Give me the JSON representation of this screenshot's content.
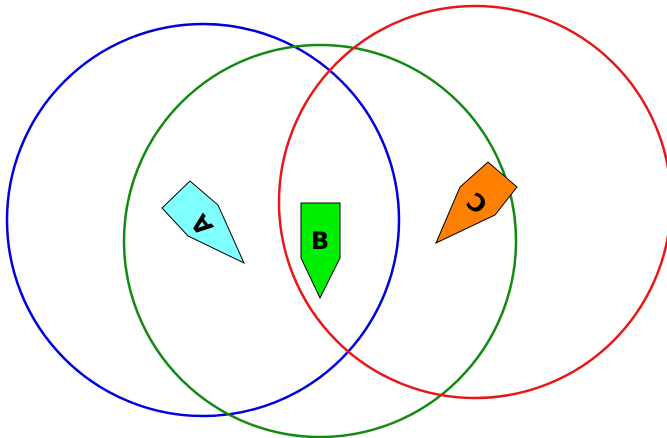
{
  "diagram": {
    "circles": [
      {
        "id": "blue",
        "color": "#0000dd"
      },
      {
        "id": "green",
        "color": "#138a13"
      },
      {
        "id": "red",
        "color": "#e81818"
      }
    ],
    "markers": [
      {
        "label": "A",
        "fill": "#80ffff"
      },
      {
        "label": "B",
        "fill": "#00ee00"
      },
      {
        "label": "C",
        "fill": "#ff8000"
      }
    ]
  }
}
